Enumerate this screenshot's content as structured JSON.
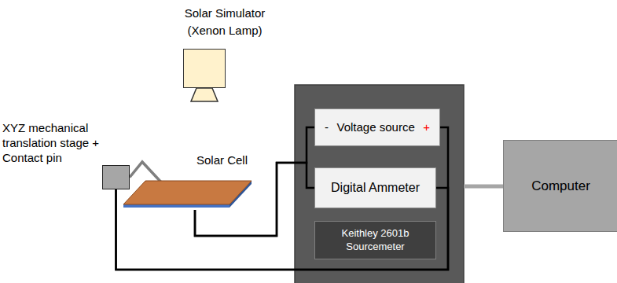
{
  "diagram": {
    "nodes": [
      {
        "text": [
          "Solar Simulator (Xenon Lamp)"
        ]
      },
      {
        "text": [
          "XYZ mechanical translation stage + Contact pin"
        ]
      },
      {
        "text": [
          "Solar Cell"
        ]
      },
      {
        "text": [
          "-",
          "Voltage source",
          "+"
        ]
      },
      {
        "text": [
          "Digital Ammeter"
        ]
      },
      {
        "text": [
          "Keithley 2601b Sourcemeter"
        ]
      },
      {
        "text": [
          "Computer"
        ]
      }
    ],
    "edges": [
      {
        "from": 1,
        "to": 2,
        "arrow": "none"
      },
      {
        "from": 2,
        "to": 3,
        "arrow": "none"
      },
      {
        "from": 2,
        "to": 4,
        "arrow": "none"
      },
      {
        "from": 1,
        "to": 3,
        "arrow": "none"
      },
      {
        "from": 1,
        "to": 4,
        "arrow": "none"
      }
    ]
  }
}
